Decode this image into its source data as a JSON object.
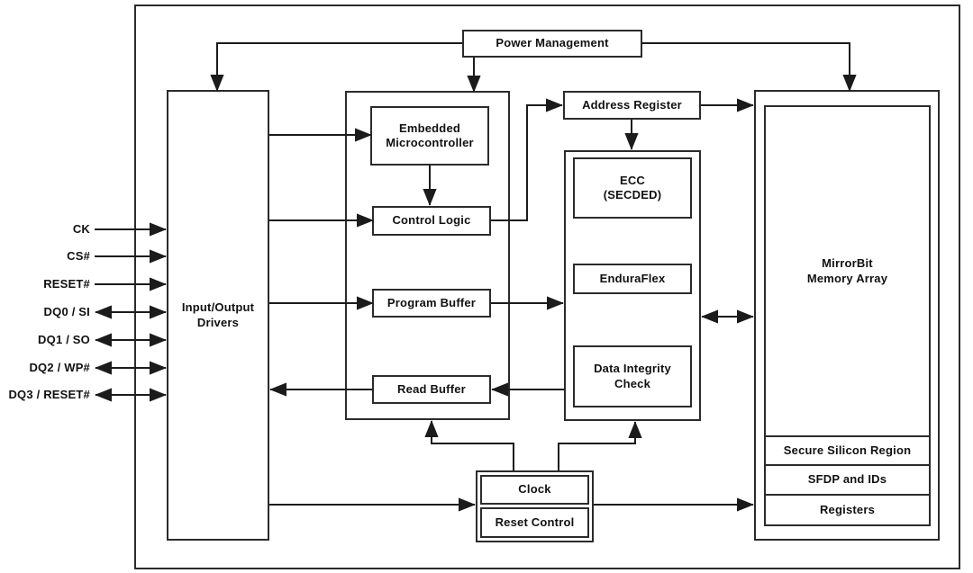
{
  "diagram": {
    "blocks": {
      "power_management": "Power Management",
      "io_drivers": "Input/Output\nDrivers",
      "embedded_microcontroller": "Embedded\nMicrocontroller",
      "control_logic": "Control Logic",
      "program_buffer": "Program Buffer",
      "read_buffer": "Read Buffer",
      "address_register": "Address Register",
      "ecc": "ECC\n(SECDED)",
      "enduraflex": "EnduraFlex",
      "data_integrity_check": "Data Integrity\nCheck",
      "mirrorbit_memory_array": "MirrorBit\nMemory Array",
      "secure_silicon_region": "Secure Silicon Region",
      "sfdp_and_ids": "SFDP and IDs",
      "registers": "Registers",
      "clock": "Clock",
      "reset_control": "Reset Control"
    },
    "signals": [
      {
        "label": "CK",
        "direction": "input"
      },
      {
        "label": "CS#",
        "direction": "input"
      },
      {
        "label": "RESET#",
        "direction": "input"
      },
      {
        "label": "DQ0 / SI",
        "direction": "bidirectional"
      },
      {
        "label": "DQ1 / SO",
        "direction": "bidirectional"
      },
      {
        "label": "DQ2 / WP#",
        "direction": "bidirectional"
      },
      {
        "label": "DQ3 / RESET#",
        "direction": "bidirectional"
      }
    ],
    "colors": {
      "line": "#1b1b1b",
      "border": "#2b2b2b",
      "background": "#ffffff"
    }
  }
}
